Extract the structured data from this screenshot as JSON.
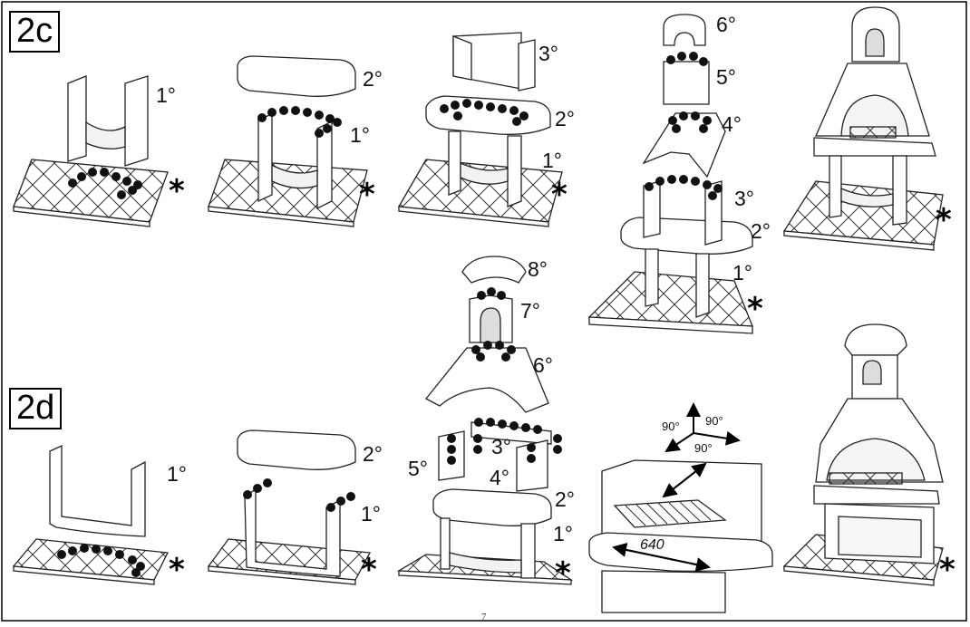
{
  "sections": {
    "c": "2c",
    "d": "2d"
  },
  "labels": {
    "s1": "1°",
    "s2": "2°",
    "s3": "3°",
    "s4": "4°",
    "s5": "5°",
    "s6": "6°",
    "s7": "7°",
    "s8": "8°"
  },
  "marker": "*",
  "angles": {
    "a1": "90°",
    "a2": "90°",
    "a3": "90°"
  },
  "dimension": "640",
  "page_number": "7"
}
